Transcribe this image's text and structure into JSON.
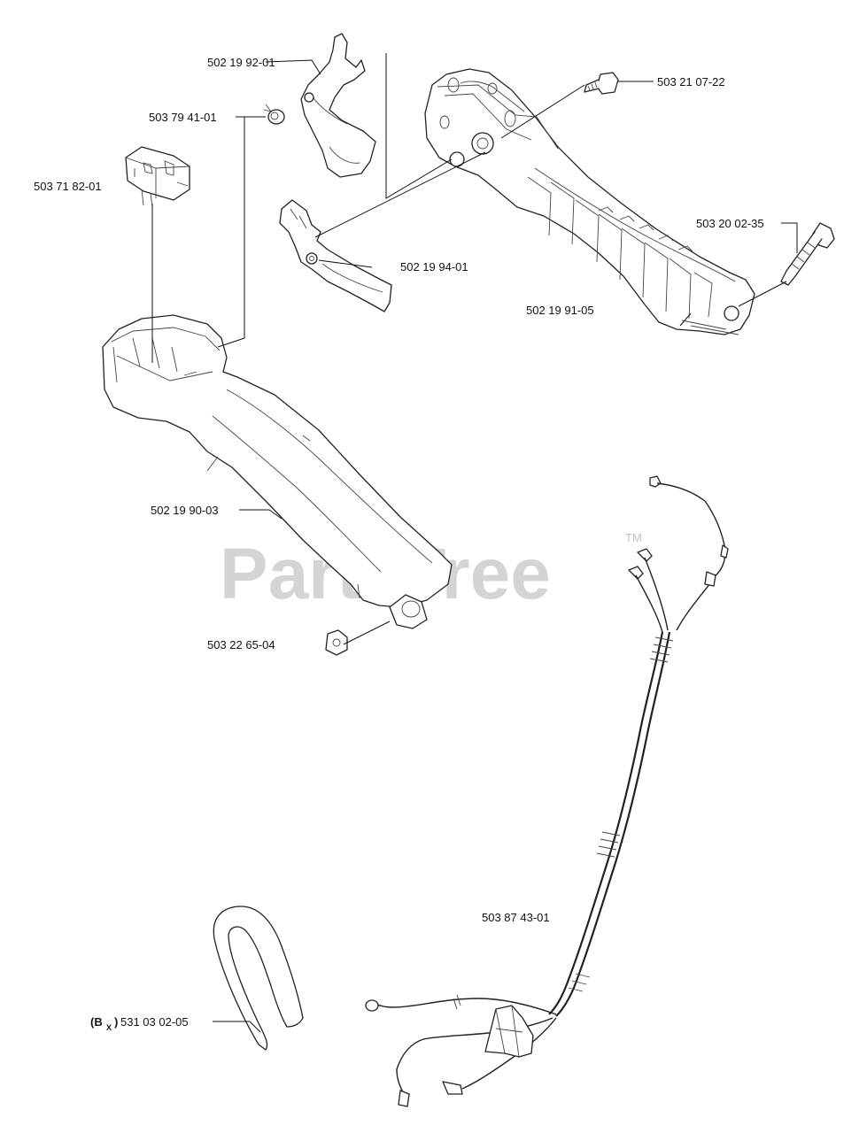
{
  "parts": [
    {
      "id": "trigger",
      "number": "502 19 92-01"
    },
    {
      "id": "bushing",
      "number": "503 79 41-01"
    },
    {
      "id": "switch",
      "number": "503 71 82-01"
    },
    {
      "id": "screw-top",
      "number": "503 21 07-22"
    },
    {
      "id": "screw-right",
      "number": "503 20 02-35"
    },
    {
      "id": "lever",
      "number": "502 19 94-01"
    },
    {
      "id": "handle-half-right",
      "number": "502 19 91-05"
    },
    {
      "id": "handle-half-left",
      "number": "502 19 90-03"
    },
    {
      "id": "nut",
      "number": "503 22 65-04"
    },
    {
      "id": "wire-harness",
      "number": "503 87 43-01"
    },
    {
      "id": "clip",
      "number": "531 03 02-05",
      "prefix": "(B",
      "prefix_sub": "X",
      "prefix_close": ")"
    }
  ],
  "watermark": {
    "text": "PartsTree",
    "tm": "TM"
  },
  "colors": {
    "line": "#222222",
    "watermark": "#000000",
    "background": "#ffffff"
  }
}
